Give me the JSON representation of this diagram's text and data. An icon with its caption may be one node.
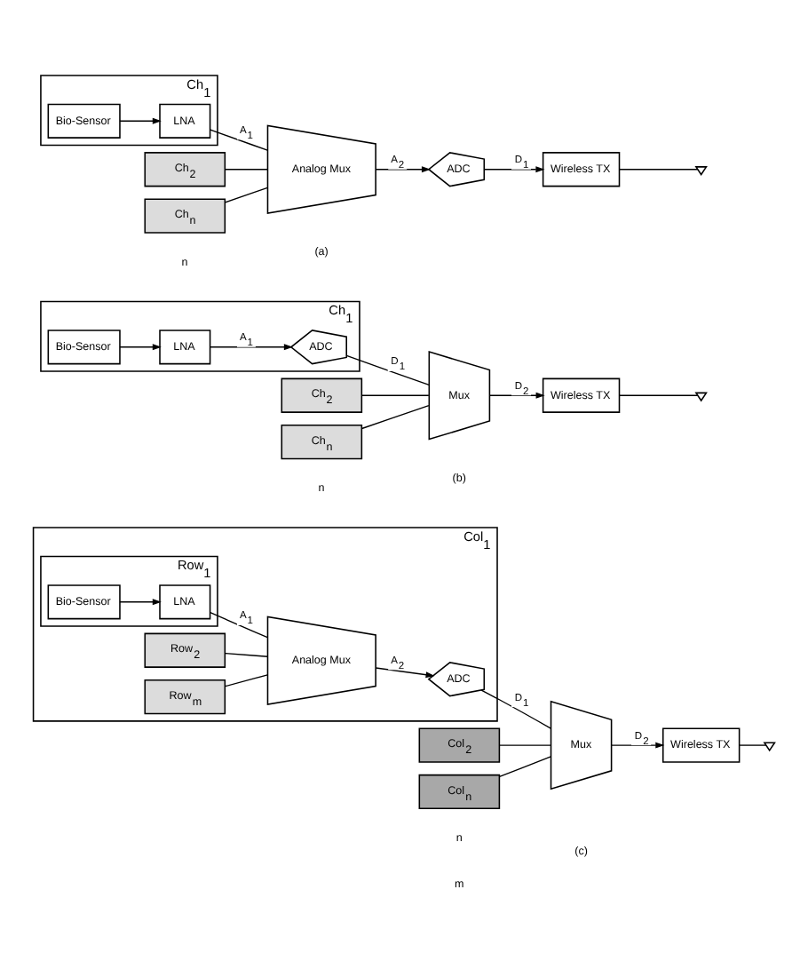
{
  "diagram": {
    "nodes": [
      {
        "text": [
          "Ch$_{1}$"
        ]
      },
      {
        "text": [
          "Bio-Sensor"
        ],
        "in": 0
      },
      {
        "text": [
          "LNA"
        ],
        "in": 0
      },
      {
        "text": [
          "Ch$_{2}$"
        ]
      },
      {
        "text": [
          "Ch$_{n}$"
        ]
      },
      {
        "text": [
          "Analog Mux"
        ]
      },
      {
        "text": [
          "ADC"
        ]
      },
      {
        "text": [
          "Wireless TX"
        ]
      },
      {
        "text": [],
        "shape": "antenna"
      },
      {
        "text": [
          "Ch$_{1}$"
        ]
      },
      {
        "text": [
          "Bio-Sensor"
        ],
        "in": 9
      },
      {
        "text": [
          "LNA"
        ],
        "in": 9
      },
      {
        "text": [
          "ADC"
        ],
        "in": 9
      },
      {
        "text": [
          "Ch$_{2}$"
        ]
      },
      {
        "text": [
          "Ch$_{n}$"
        ]
      },
      {
        "text": [
          "Mux"
        ]
      },
      {
        "text": [
          "Wireless TX"
        ]
      },
      {
        "text": [],
        "shape": "antenna"
      },
      {
        "text": [
          "Col$_{1}$"
        ]
      },
      {
        "text": [
          "Row$_{1}$"
        ],
        "in": 18
      },
      {
        "text": [
          "Bio-Sensor"
        ],
        "in": 19
      },
      {
        "text": [
          "LNA"
        ],
        "in": 19
      },
      {
        "text": [
          "Row$_{2}$"
        ],
        "in": 18
      },
      {
        "text": [
          "Row$_{m}$"
        ],
        "in": 18
      },
      {
        "text": [
          "Analog Mux"
        ],
        "in": 18
      },
      {
        "text": [
          "ADC"
        ],
        "in": 18
      },
      {
        "text": [
          "Col$_{2}$"
        ]
      },
      {
        "text": [
          "Col$_{n}$"
        ]
      },
      {
        "text": [
          "Mux"
        ]
      },
      {
        "text": [
          "Wireless TX"
        ]
      },
      {
        "text": [],
        "shape": "antenna"
      }
    ],
    "edges": [
      {
        "from": 1,
        "to": 2,
        "arrow": "to"
      },
      {
        "from": 2,
        "to": 5,
        "arrow": "none",
        "label": "A$_{1}$"
      },
      {
        "from": 3,
        "to": 5,
        "arrow": "none"
      },
      {
        "from": 4,
        "to": 5,
        "arrow": "none"
      },
      {
        "from": 5,
        "to": 6,
        "arrow": "to",
        "label": "A$_{2}$"
      },
      {
        "from": 6,
        "to": 7,
        "arrow": "to",
        "label": "D$_{1}$"
      },
      {
        "from": 7,
        "to": 8,
        "arrow": "none"
      },
      {
        "from": 10,
        "to": 11,
        "arrow": "to"
      },
      {
        "from": 11,
        "to": 12,
        "arrow": "to",
        "label": "A$_{1}$"
      },
      {
        "from": 12,
        "to": 15,
        "arrow": "none",
        "label": "D$_{1}$"
      },
      {
        "from": 13,
        "to": 15,
        "arrow": "none"
      },
      {
        "from": 14,
        "to": 15,
        "arrow": "none"
      },
      {
        "from": 15,
        "to": 16,
        "arrow": "to",
        "label": "D$_{2}$"
      },
      {
        "from": 16,
        "to": 17,
        "arrow": "none"
      },
      {
        "from": 20,
        "to": 21,
        "arrow": "to"
      },
      {
        "from": 21,
        "to": 24,
        "arrow": "none",
        "label": "A$_{1}$"
      },
      {
        "from": 22,
        "to": 24,
        "arrow": "none"
      },
      {
        "from": 23,
        "to": 24,
        "arrow": "none"
      },
      {
        "from": 24,
        "to": 25,
        "arrow": "to",
        "label": "A$_{2}$"
      },
      {
        "from": 25,
        "to": 28,
        "arrow": "none",
        "label": "D$_{1}$"
      },
      {
        "from": 26,
        "to": 28,
        "arrow": "none"
      },
      {
        "from": 27,
        "to": 28,
        "arrow": "none"
      },
      {
        "from": 28,
        "to": 29,
        "arrow": "to",
        "label": "D$_{2}$"
      },
      {
        "from": 29,
        "to": 30,
        "arrow": "none"
      }
    ],
    "labels": [
      "n",
      "(a)",
      "n",
      "(b)",
      "n",
      "m",
      "(c)"
    ]
  }
}
